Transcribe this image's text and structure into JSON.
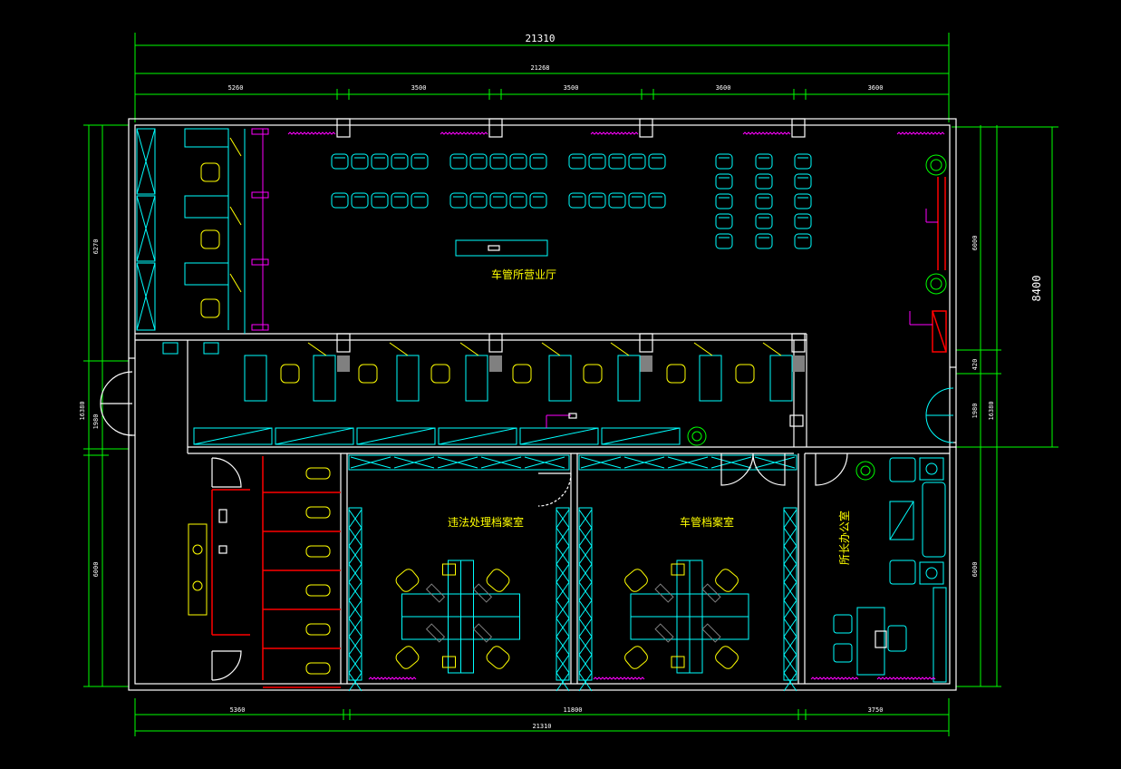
{
  "dimensions": {
    "top_overall": "21310",
    "top_inner": "21268",
    "top_segments": [
      "5260",
      "3500",
      "3500",
      "3600",
      "3600"
    ],
    "bottom_segments": [
      "5360",
      "11800",
      "3750"
    ],
    "bottom_overall": "21310",
    "right_overall": "8400",
    "right_segments": [
      "6000",
      "420",
      "1980"
    ],
    "right_total_small": "16380",
    "right_lower": "6000",
    "left_segments": [
      "6270",
      "1980"
    ],
    "left_total_small": "16380",
    "left_lower": "6000"
  },
  "rooms": {
    "hall": "车管所营业厅",
    "violation_archive": "违法处理档案室",
    "vehicle_archive": "车管档案室",
    "director_office": "所长办公室"
  },
  "colors": {
    "dimension": "#00ff00",
    "wall": "#ffffff",
    "furniture": "#00ffff",
    "chair": "#ffff00",
    "plumbing": "#ff0000",
    "curtain": "#ff00ff",
    "background": "#000000"
  }
}
